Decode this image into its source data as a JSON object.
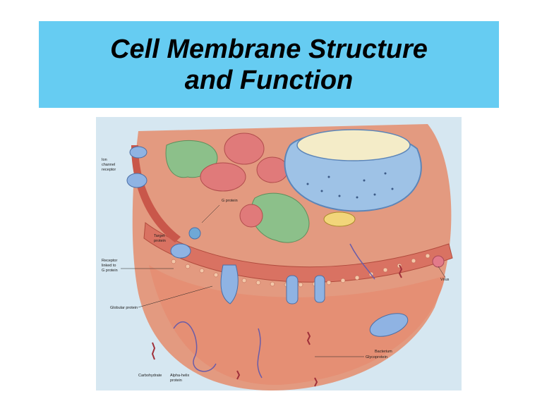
{
  "slide": {
    "title_line1": "Cell Membrane Structure",
    "title_line2": "and Function"
  },
  "figure": {
    "labels": {
      "ion_channel_1": "Ion",
      "ion_channel_2": "channel",
      "ion_channel_3": "receptor",
      "g_protein": "G protein",
      "target_protein_1": "Target",
      "target_protein_2": "protein",
      "receptor_1": "Receptor",
      "receptor_2": "linked to",
      "receptor_3": "G protein",
      "globular_protein": "Globular protein",
      "carbohydrate": "Carbohydrate",
      "alpha_helix_1": "Alpha-helix",
      "alpha_helix_2": "protein",
      "glycoprotein": "Glycoprotein",
      "bacterium": "Bacterium",
      "virus": "Virus"
    },
    "colors": {
      "cytoplasm": "#e9a38a",
      "membrane": "#d9705f",
      "nucleus": "#a9c9e8",
      "golgi": "#8cc08a",
      "protein": "#8fb3e3",
      "background": "#cfe3ef"
    }
  }
}
